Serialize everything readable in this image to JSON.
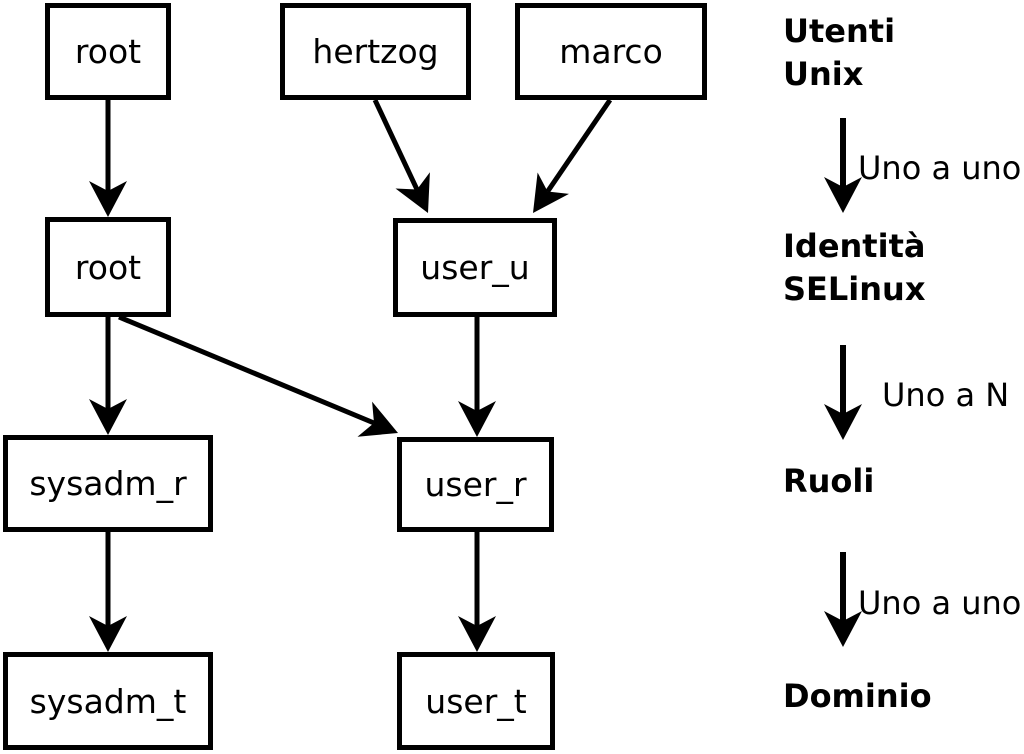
{
  "diagram": {
    "nodes": [
      {
        "id": "unix-root",
        "label": "root"
      },
      {
        "id": "hertzog",
        "label": "hertzog"
      },
      {
        "id": "marco",
        "label": "marco"
      },
      {
        "id": "selinux-root",
        "label": "root"
      },
      {
        "id": "user-u",
        "label": "user_u"
      },
      {
        "id": "sysadm-r",
        "label": "sysadm_r"
      },
      {
        "id": "user-r",
        "label": "user_r"
      },
      {
        "id": "sysadm-t",
        "label": "sysadm_t"
      },
      {
        "id": "user-t",
        "label": "user_t"
      }
    ],
    "edges": [
      {
        "from": "unix-root",
        "to": "selinux-root"
      },
      {
        "from": "hertzog",
        "to": "user-u"
      },
      {
        "from": "marco",
        "to": "user-u"
      },
      {
        "from": "selinux-root",
        "to": "sysadm-r"
      },
      {
        "from": "selinux-root",
        "to": "user-r"
      },
      {
        "from": "user-u",
        "to": "user-r"
      },
      {
        "from": "sysadm-r",
        "to": "sysadm-t"
      },
      {
        "from": "user-r",
        "to": "user-t"
      }
    ]
  },
  "legend": {
    "levels": [
      {
        "label": "Utenti\nUnix"
      },
      {
        "label": "Identità\nSELinux"
      },
      {
        "label": "Ruoli"
      },
      {
        "label": "Dominio"
      }
    ],
    "relations": [
      {
        "label": "Uno a uno"
      },
      {
        "label": "Uno a N"
      },
      {
        "label": "Uno a uno"
      }
    ]
  },
  "colors": {
    "foreground": "#000000",
    "background": "#ffffff"
  }
}
